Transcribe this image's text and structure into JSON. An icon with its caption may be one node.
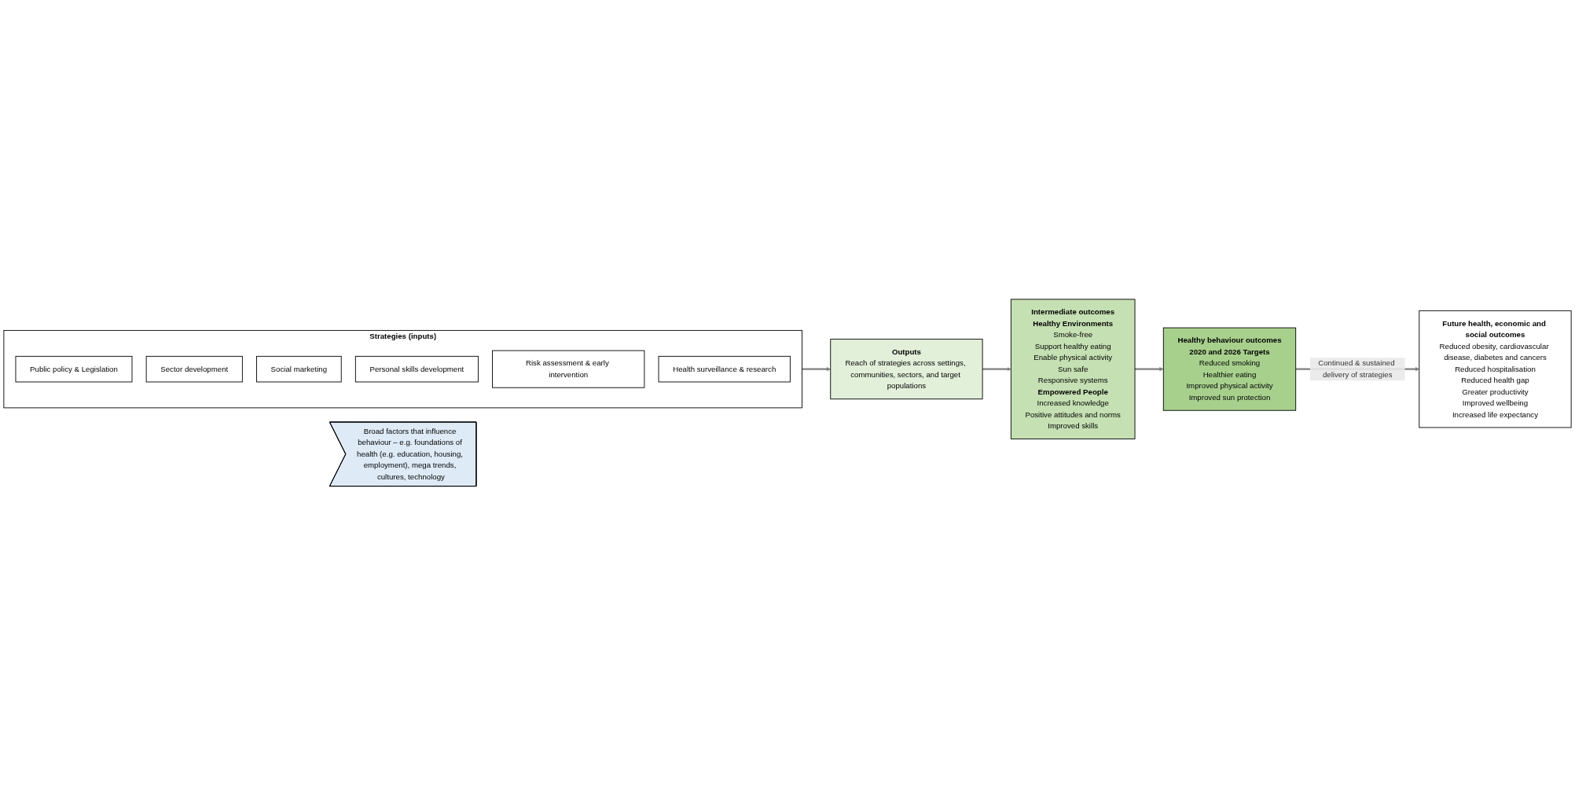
{
  "diagram": {
    "nodes": [
      {
        "text": [
          "Strategies (inputs)"
        ]
      },
      {
        "text": [
          "Public policy & Legislation"
        ],
        "in": 0
      },
      {
        "text": [
          "Sector development"
        ],
        "in": 0
      },
      {
        "text": [
          "Social marketing"
        ],
        "in": 0
      },
      {
        "text": [
          "Personal skills development"
        ],
        "in": 0
      },
      {
        "text": [
          "Risk assessment & early intervention"
        ],
        "in": 0
      },
      {
        "text": [
          "Health surveillance & research"
        ],
        "in": 0
      },
      {
        "text": [
          "Outputs",
          "Reach of strategies across settings, communities, sectors, and target populations"
        ]
      },
      {
        "text": [
          "Intermediate outcomes",
          "Healthy Environments",
          "Smoke-free",
          "Support healthy eating",
          "Enable physical activity",
          "Sun safe",
          "Responsive systems",
          "Empowered People",
          "Increased knowledge",
          "Positive attitudes and norms",
          "Improved skills"
        ]
      },
      {
        "text": [
          "Healthy behaviour outcomes",
          "2020 and 2026 Targets",
          "Reduced smoking",
          "Healthier eating",
          "Improved physical activity",
          "Improved sun protection"
        ]
      },
      {
        "text": [
          "Future health, economic and social outcomes",
          "Reduced obesity, cardiovascular disease, diabetes and cancers",
          "Reduced hospitalisation",
          "Reduced health gap",
          "Greater productivity",
          "Improved wellbeing",
          "Increased life expectancy"
        ]
      },
      {
        "text": [
          "Broad factors that influence behaviour – e.g. foundations of health (e.g. education, housing, employment), mega trends, cultures, technology"
        ]
      }
    ],
    "edges": [
      {
        "from": 0,
        "to": 7,
        "arrow": "to"
      },
      {
        "from": 7,
        "to": 8,
        "arrow": "to"
      },
      {
        "from": 8,
        "to": 9,
        "arrow": "to"
      },
      {
        "from": 9,
        "to": 10,
        "arrow": "to",
        "label": "Continued & sustained delivery of strategies"
      }
    ]
  }
}
